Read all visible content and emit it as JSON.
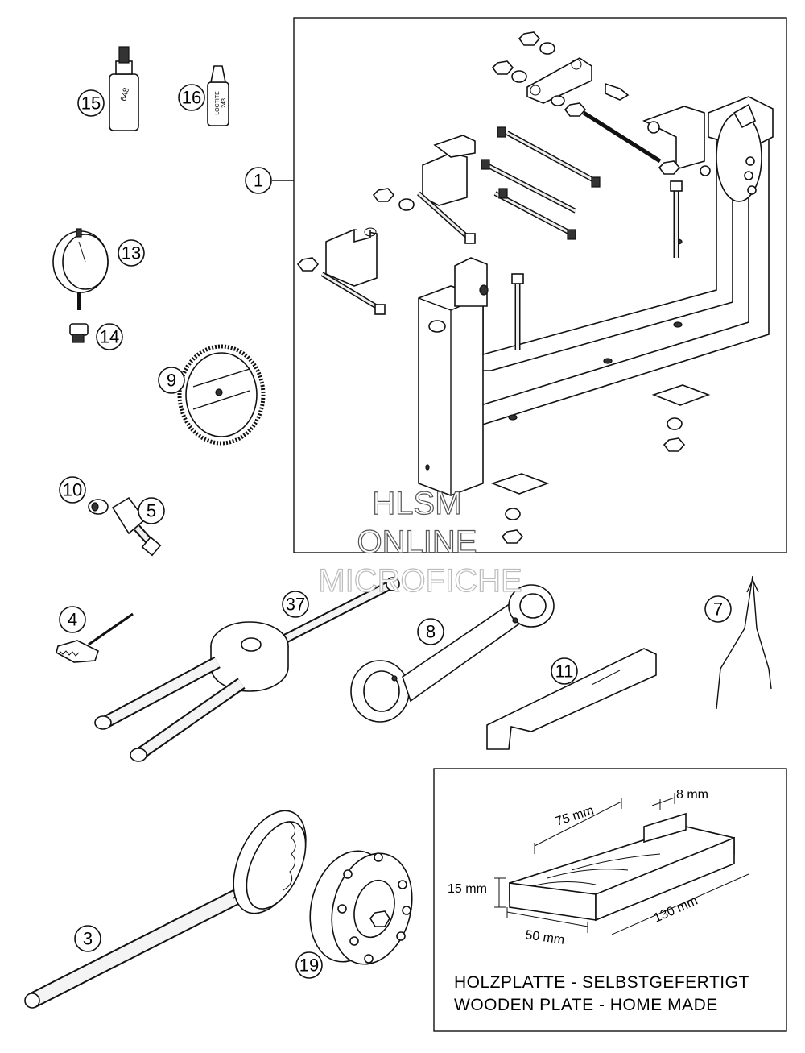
{
  "callouts": {
    "c1": "1",
    "c3": "3",
    "c4": "4",
    "c5": "5",
    "c7": "7",
    "c8": "8",
    "c9": "9",
    "c10": "10",
    "c11": "11",
    "c13": "13",
    "c14": "14",
    "c15": "15",
    "c16": "16",
    "c19": "19",
    "c37": "37"
  },
  "bottle_labels": {
    "loctite_648": "648",
    "loctite_brand": "LOCTITE",
    "loctite_243": "243"
  },
  "watermark": {
    "line1": "HLSM",
    "line2": "ONLINE",
    "line3": "MICROFICHE"
  },
  "wooden_plate": {
    "dim_length_top": "75 mm",
    "dim_slot": "8 mm",
    "dim_height": "15 mm",
    "dim_length": "130 mm",
    "dim_width": "50 mm",
    "caption_de": "HOLZPLATTE - SELBSTGEFERTIGT",
    "caption_en": "WOODEN PLATE - HOME MADE"
  }
}
